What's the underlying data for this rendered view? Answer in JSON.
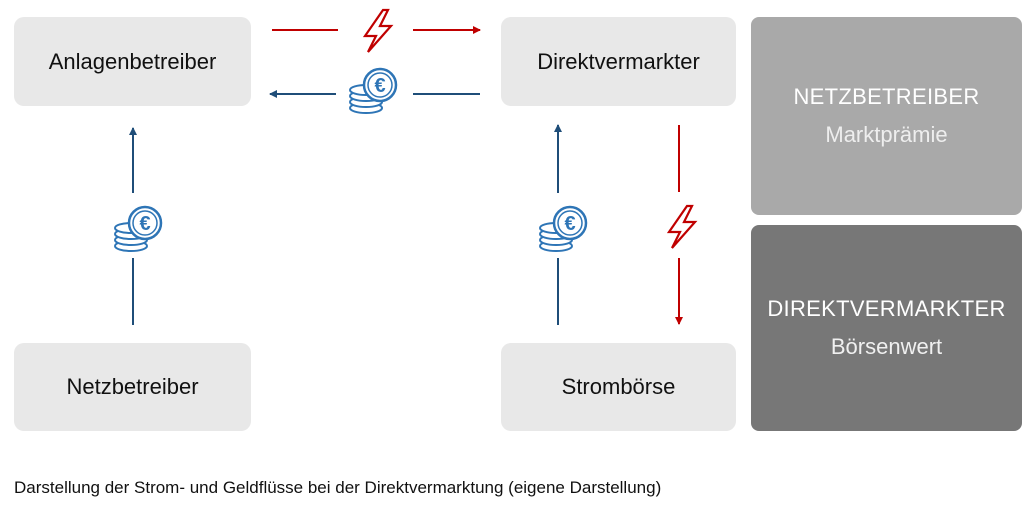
{
  "nodes": {
    "anlagenbetreiber": "Anlagenbetreiber",
    "direktvermarkter": "Direktvermarkter",
    "netzbetreiber": "Netzbetreiber",
    "stromboerse": "Strombörse"
  },
  "legend_panels": {
    "top": {
      "title": "NETZBETREIBER",
      "subtitle": "Marktprämie"
    },
    "bottom": {
      "title": "DIREKTVERMARKTER",
      "subtitle": "Börsenwert"
    }
  },
  "caption": "Darstellung der Strom- und Geldflüsse bei der Direktvermarktung (eigene Darstellung)",
  "icons": {
    "electricity": "lightning-bolt-icon",
    "money": "euro-coins-icon",
    "euro_symbol": "€"
  },
  "colors": {
    "electricity_flow": "#c00000",
    "money_flow": "#1f4e79",
    "node_box": "#e8e8e8",
    "panel_top": "#a9a9a9",
    "panel_bottom": "#777777"
  }
}
